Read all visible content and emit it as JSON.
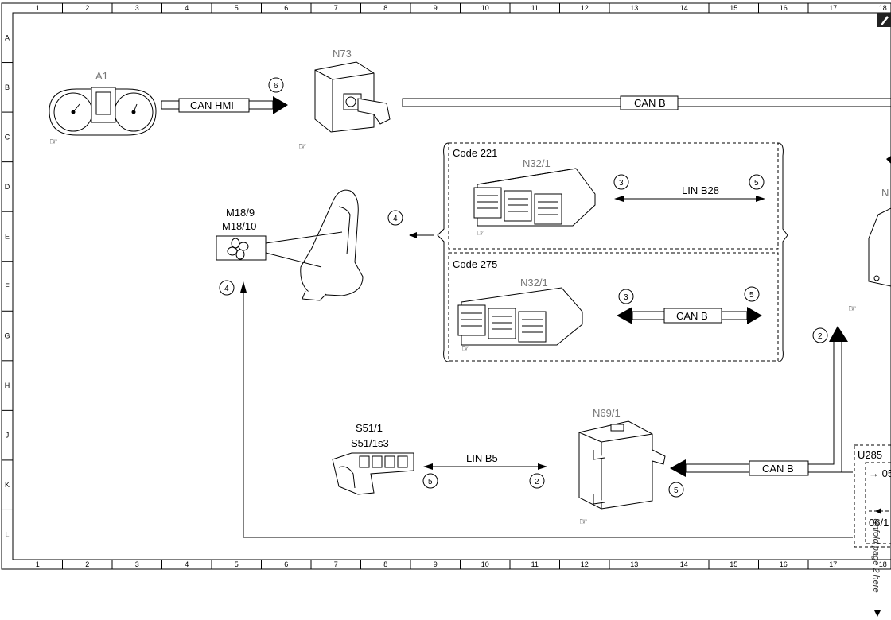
{
  "frame": {
    "columns": [
      "1",
      "2",
      "3",
      "4",
      "5",
      "6",
      "7",
      "8",
      "9",
      "10",
      "11",
      "12",
      "13",
      "14",
      "15",
      "16",
      "17",
      "18"
    ],
    "rows": [
      "A",
      "B",
      "C",
      "D",
      "E",
      "F",
      "G",
      "H",
      "J",
      "K",
      "L"
    ]
  },
  "components": {
    "a1": "A1",
    "n73": "N73",
    "n32_1_top": "N32/1",
    "n32_1_bottom": "N32/1",
    "m18": "M18/9",
    "m18b": "M18/10",
    "s51": "S51/1",
    "s51b": "S51/1s3",
    "n69": "N69/1",
    "u285": "U285",
    "n_partial": "N"
  },
  "codes": {
    "c221": "Code 221",
    "c275": "Code 275"
  },
  "buses": {
    "can_hmi": "CAN HMI",
    "can_b_top": "CAN B",
    "lin_b28": "LIN B28",
    "can_b_mid": "CAN B",
    "lin_b5": "LIN B5",
    "can_b_bottom": "CAN B"
  },
  "markers": {
    "m6": "6",
    "m3a": "3",
    "m5a": "5",
    "m4a": "4",
    "m3b": "3",
    "m5b": "5",
    "m4b": "4",
    "m2a": "2",
    "m5c": "5",
    "m2b": "2",
    "m5d": "5"
  },
  "u285_entries": {
    "e1": "→ 05",
    "e2": "06/1"
  },
  "side_note": "Unfold page 2 here"
}
